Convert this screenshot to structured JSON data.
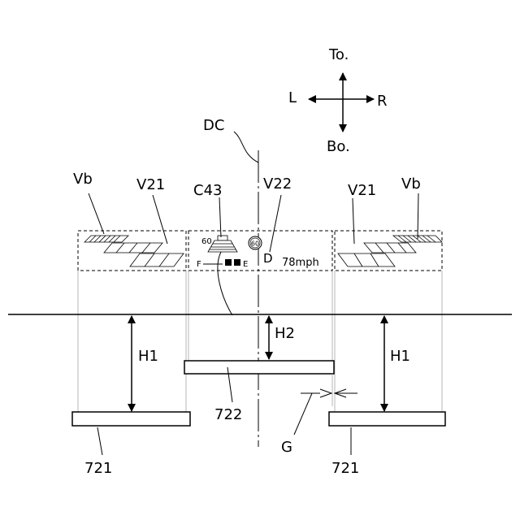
{
  "compass": {
    "top": "To.",
    "bottom": "Bo.",
    "left": "L",
    "right": "R"
  },
  "labels": {
    "dc": "DC",
    "vb_left": "Vb",
    "v21_left": "V21",
    "c43": "C43",
    "v22": "V22",
    "v21_right": "V21",
    "vb_right": "Vb",
    "h1_left": "H1",
    "h2": "H2",
    "h1_right": "H1",
    "ref_722": "722",
    "ref_721_left": "721",
    "ref_721_right": "721",
    "gap": "G"
  },
  "display": {
    "speed_limit_left": "60",
    "speed_limit_sign": "60",
    "gear": "D",
    "speed": "78mph",
    "fuel_full": "F",
    "fuel_empty": "E"
  }
}
